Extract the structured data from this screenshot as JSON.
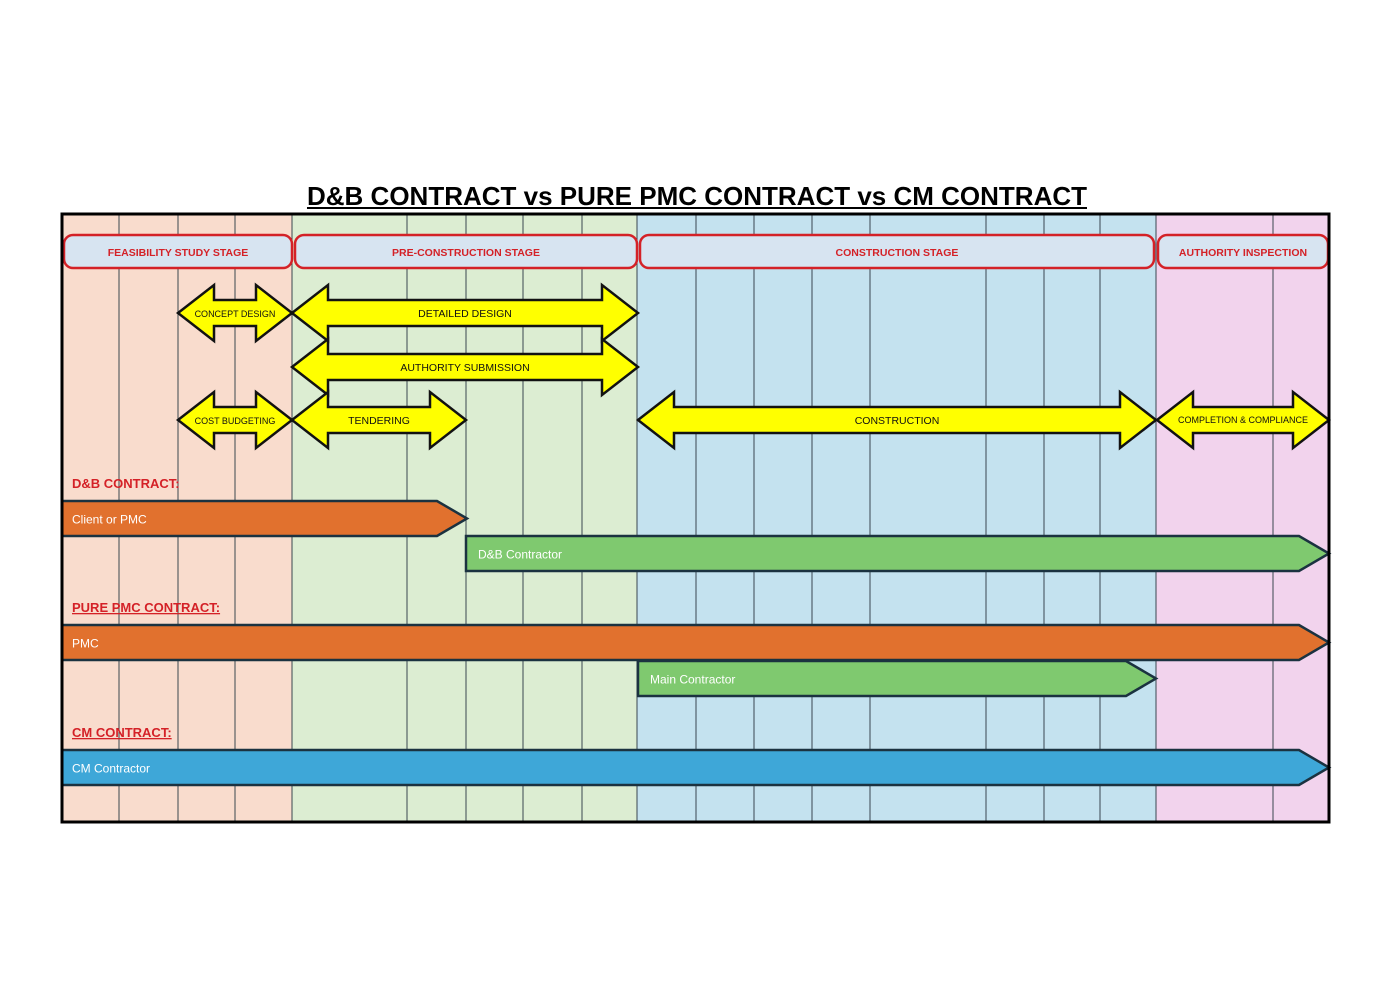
{
  "title": "D&B CONTRACT vs PURE PMC CONTRACT vs CM CONTRACT",
  "stages": [
    {
      "label": "FEASIBILITY STUDY STAGE",
      "bg": "#f9dccd"
    },
    {
      "label": "PRE-CONSTRUCTION STAGE",
      "bg": "#dcedd2"
    },
    {
      "label": "CONSTRUCTION STAGE",
      "bg": "#c4e2ef"
    },
    {
      "label": "AUTHORITY INSPECTION",
      "bg": "#f2d3ed"
    }
  ],
  "activities": [
    {
      "label": "CONCEPT DESIGN",
      "stage": "FEASIBILITY STUDY STAGE"
    },
    {
      "label": "DETAILED DESIGN",
      "stage": "PRE-CONSTRUCTION STAGE"
    },
    {
      "label": "AUTHORITY SUBMISSION",
      "stage": "PRE-CONSTRUCTION STAGE"
    },
    {
      "label": "COST BUDGETING",
      "stage": "FEASIBILITY STUDY STAGE"
    },
    {
      "label": "TENDERING",
      "stage": "PRE-CONSTRUCTION STAGE"
    },
    {
      "label": "CONSTRUCTION",
      "stage": "CONSTRUCTION STAGE"
    },
    {
      "label": "COMPLETION & COMPLIANCE",
      "stage": "AUTHORITY INSPECTION"
    }
  ],
  "contracts": [
    {
      "label": "D&B CONTRACT:",
      "bars": [
        {
          "label": "Client or PMC",
          "color": "#e1712e"
        },
        {
          "label": "D&B Contractor",
          "color": "#7fc96f"
        }
      ]
    },
    {
      "label": "PURE PMC CONTRACT:",
      "bars": [
        {
          "label": "PMC",
          "color": "#e1712e"
        },
        {
          "label": "Main Contractor",
          "color": "#7fc96f"
        }
      ]
    },
    {
      "label": "CM CONTRACT:",
      "bars": [
        {
          "label": "CM Contractor",
          "color": "#3ea7d8"
        }
      ]
    }
  ],
  "palette": {
    "stage_feasibility": "#f9dccd",
    "stage_preconstruction": "#dcedd2",
    "stage_construction": "#c4e2ef",
    "stage_authority": "#f2d3ed",
    "header_pill_fill": "#d7e4f1",
    "header_red": "#d42127",
    "arrow_yellow": "#ffff00",
    "bar_orange": "#e1712e",
    "bar_green": "#7fc96f",
    "bar_blue": "#3ea7d8",
    "bar_outline": "#1b3240",
    "grid_line": "#3a4750",
    "border": "#000000"
  }
}
